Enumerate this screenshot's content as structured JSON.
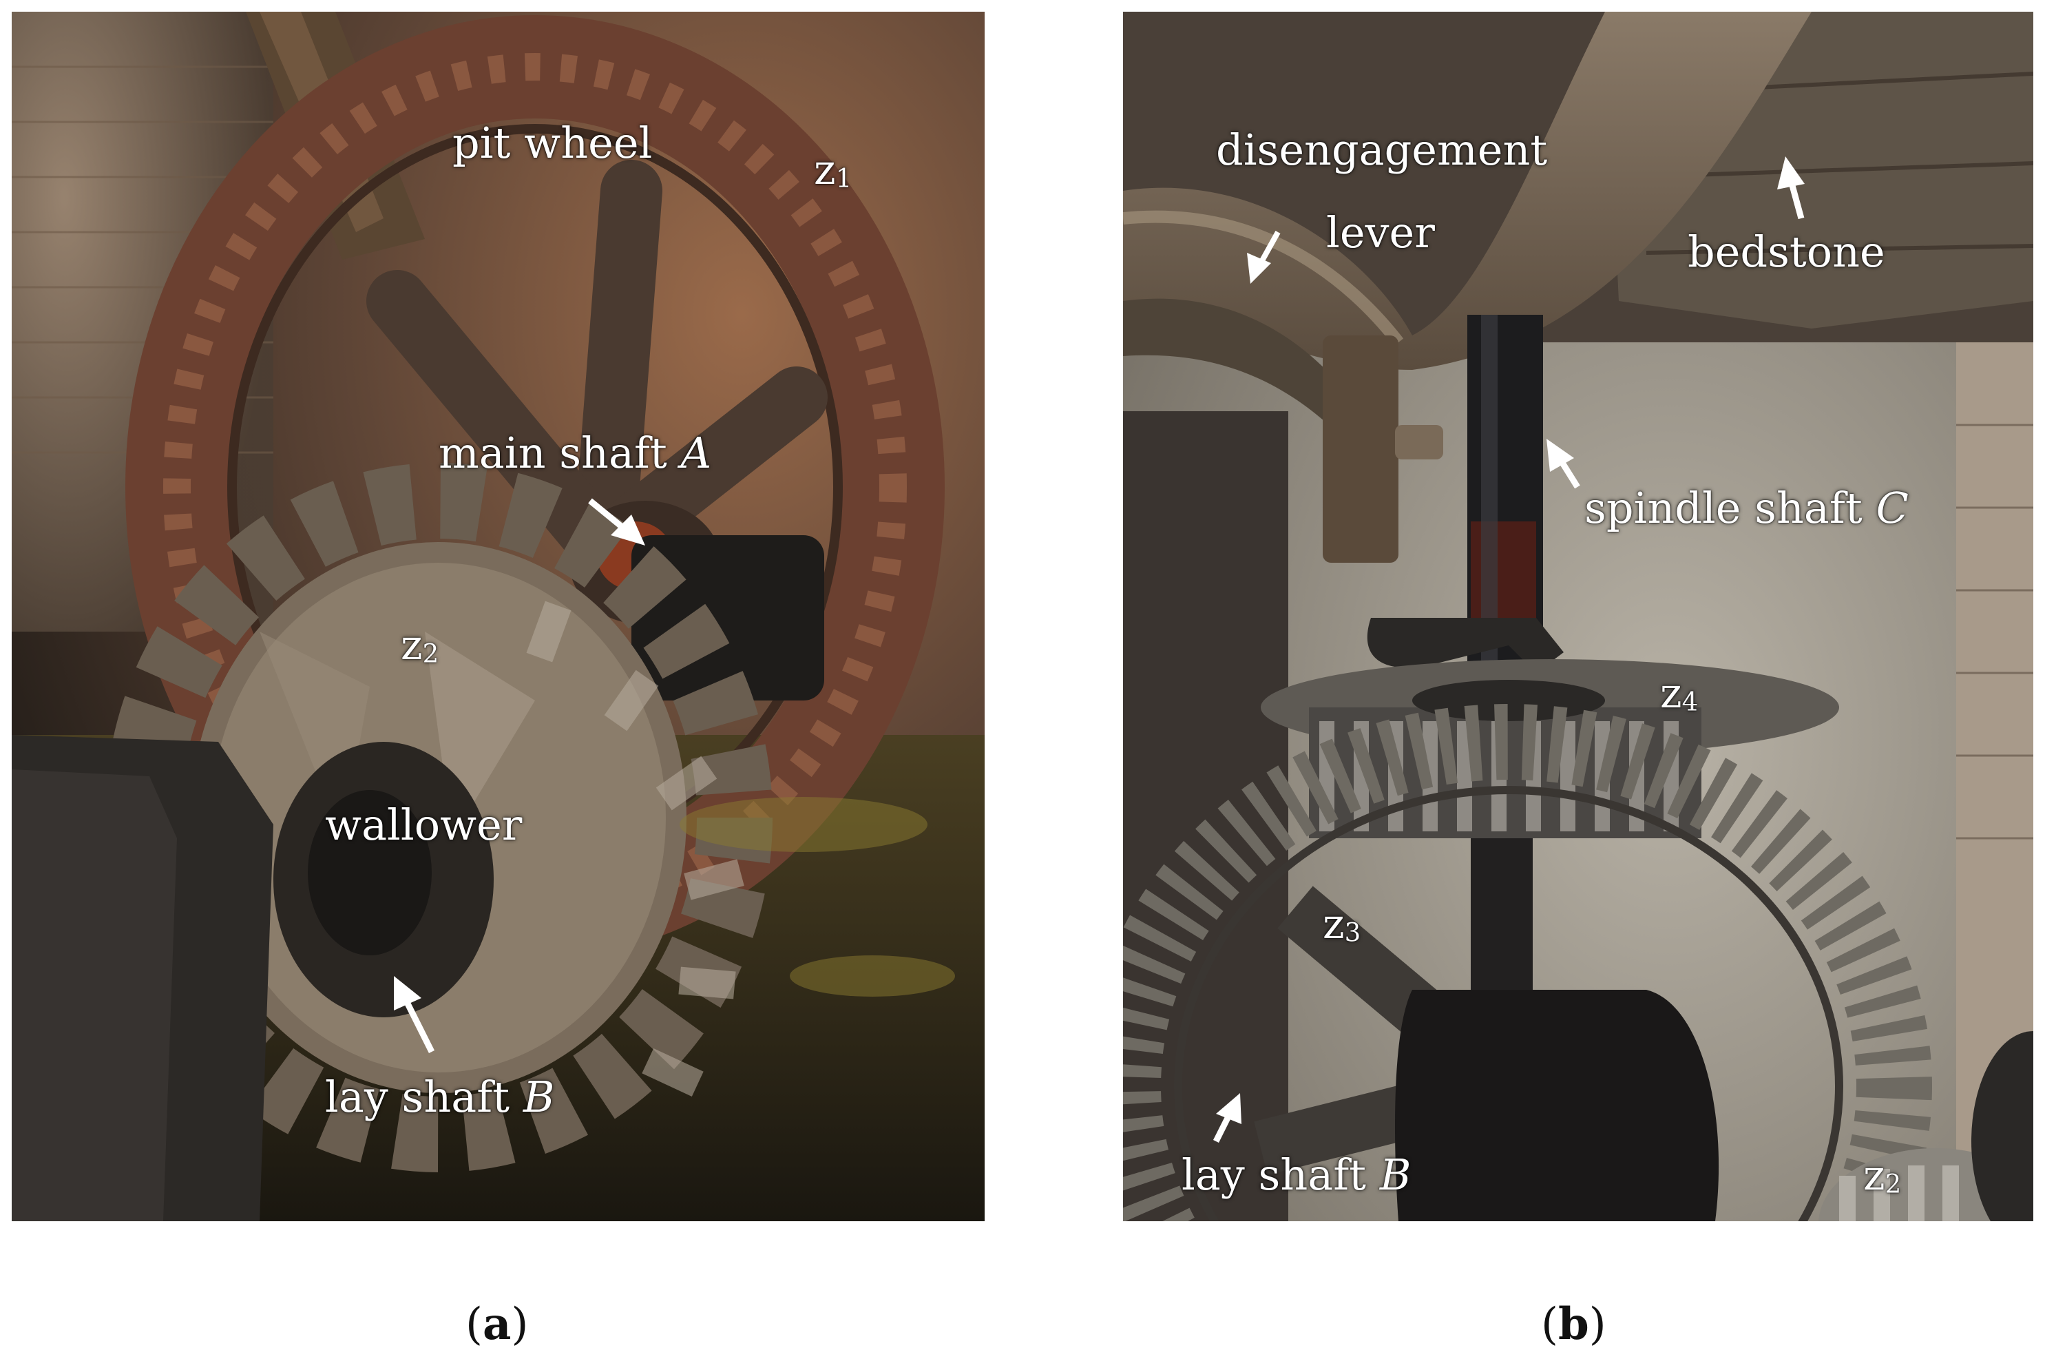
{
  "panel_a": {
    "caption_letter": "a",
    "labels": {
      "pit_wheel": "pit wheel",
      "z1_base": "z",
      "z1_sub": "1",
      "main_shaft": "main shaft ",
      "main_shaft_var": "A",
      "z2_base": "z",
      "z2_sub": "2",
      "wallower": "wallower",
      "lay_shaft": "lay shaft ",
      "lay_shaft_var": "B"
    }
  },
  "panel_b": {
    "caption_letter": "b",
    "labels": {
      "disengagement": "disengagement",
      "lever": "lever",
      "bedstone": "bedstone",
      "spindle_shaft": "spindle shaft ",
      "spindle_shaft_var": "C",
      "z4_base": "z",
      "z4_sub": "4",
      "z3_base": "z",
      "z3_sub": "3",
      "lay_shaft": "lay shaft ",
      "lay_shaft_var": "B",
      "z2_base": "z",
      "z2_sub": "2"
    }
  }
}
